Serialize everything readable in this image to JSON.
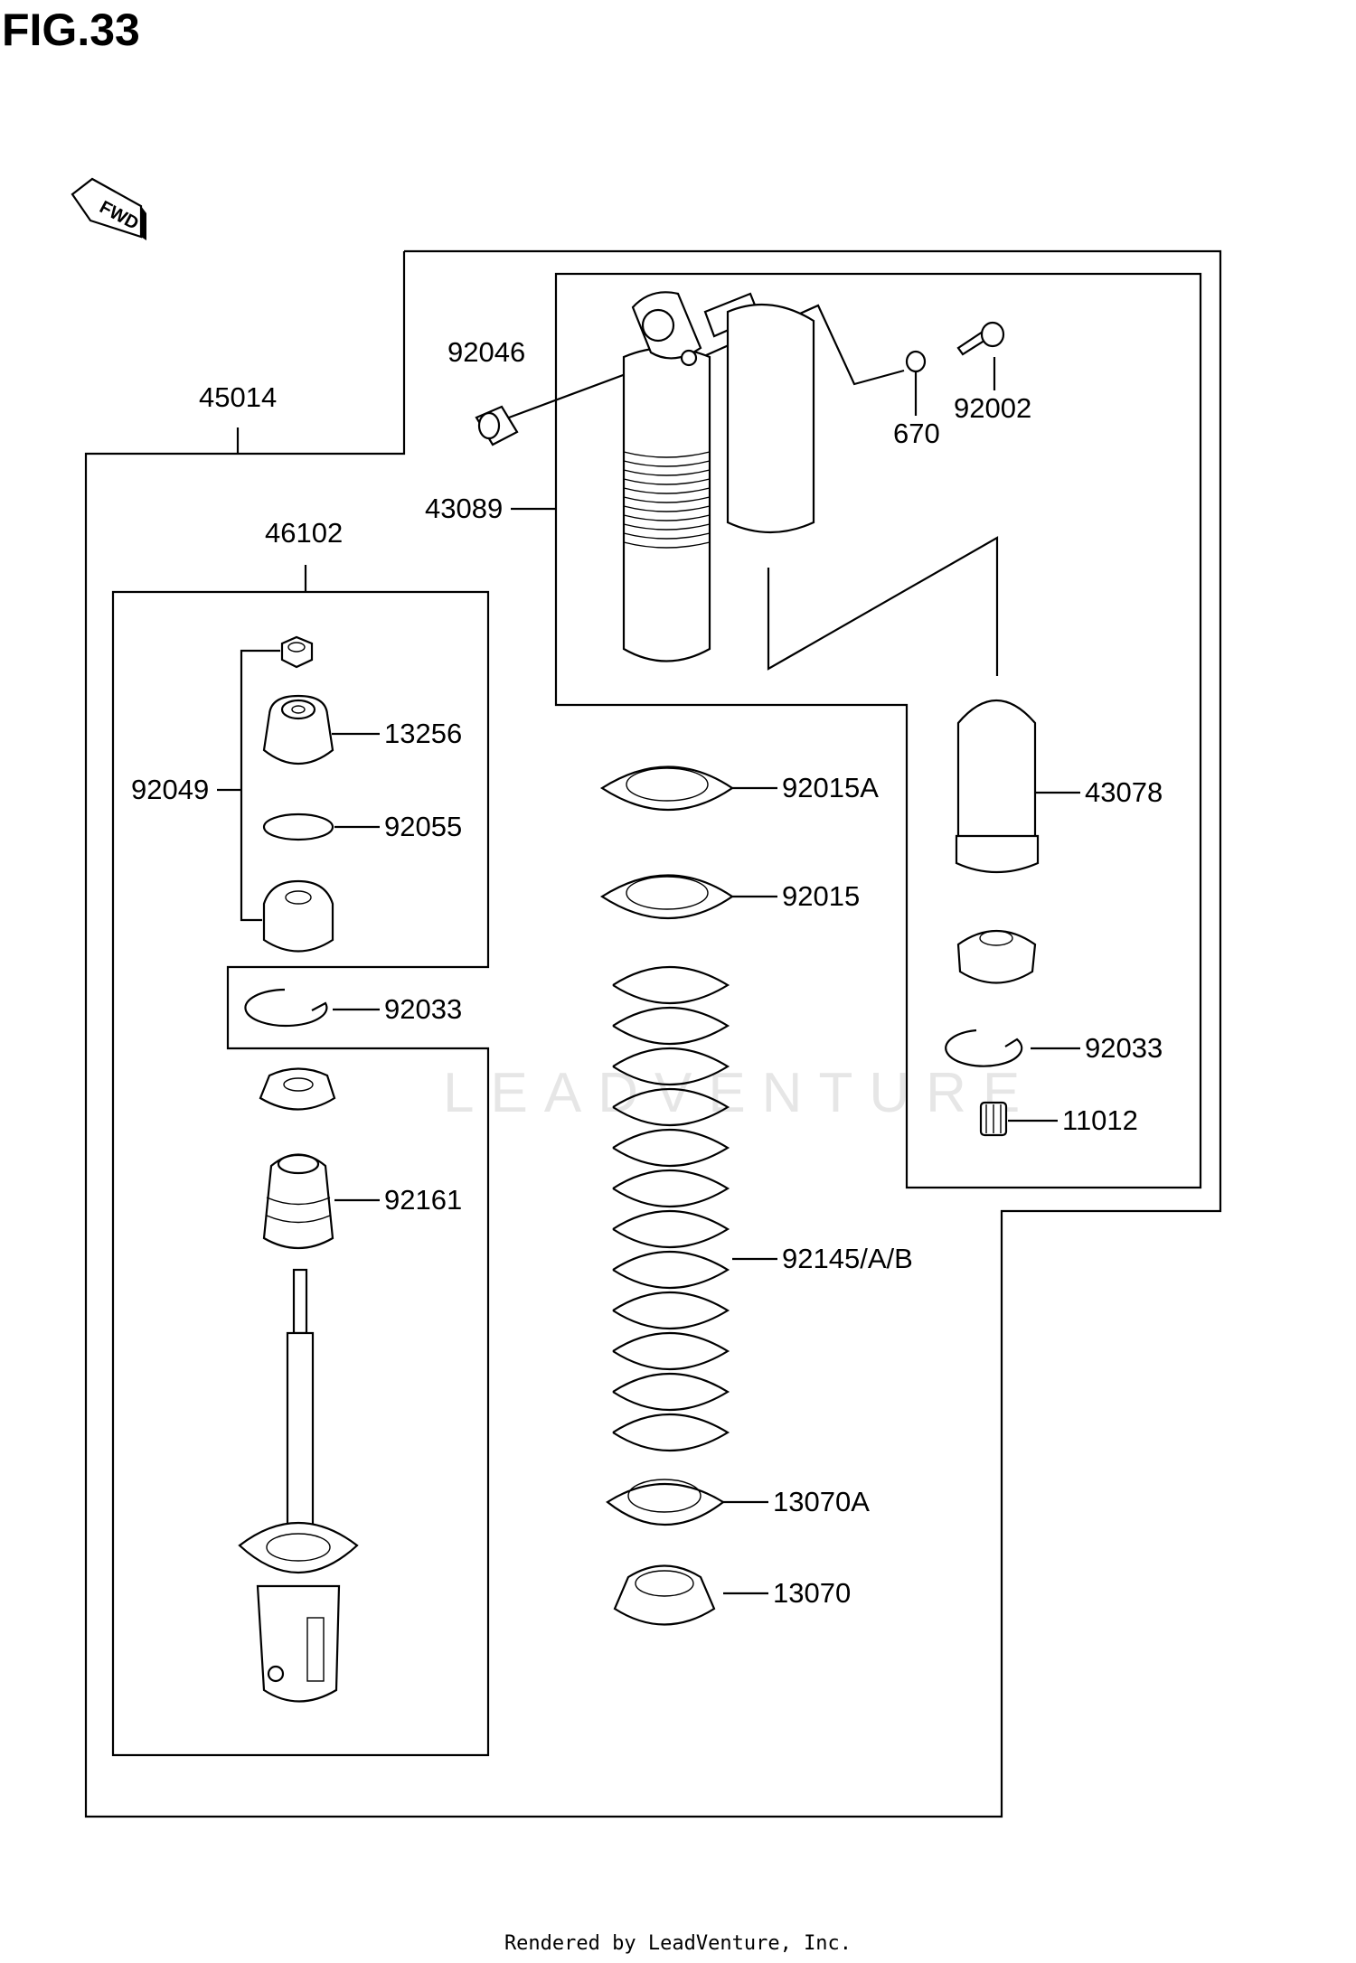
{
  "figure": {
    "title": "FIG.33",
    "footer": "Rendered by LeadVenture, Inc.",
    "watermark": "LEADVENTURE",
    "direction_badge": "FWD"
  },
  "callouts": {
    "c45014": "45014",
    "c46102": "46102",
    "c92046": "92046",
    "c43089": "43089",
    "c670": "670",
    "c92002": "92002",
    "c13256": "13256",
    "c92049": "92049",
    "c92055": "92055",
    "c92015A": "92015A",
    "c43078": "43078",
    "c92015": "92015",
    "c92033_left": "92033",
    "c92033_right": "92033",
    "c11012": "11012",
    "c92161": "92161",
    "c92145": "92145/A/B",
    "c13070A": "13070A",
    "c13070": "13070"
  }
}
